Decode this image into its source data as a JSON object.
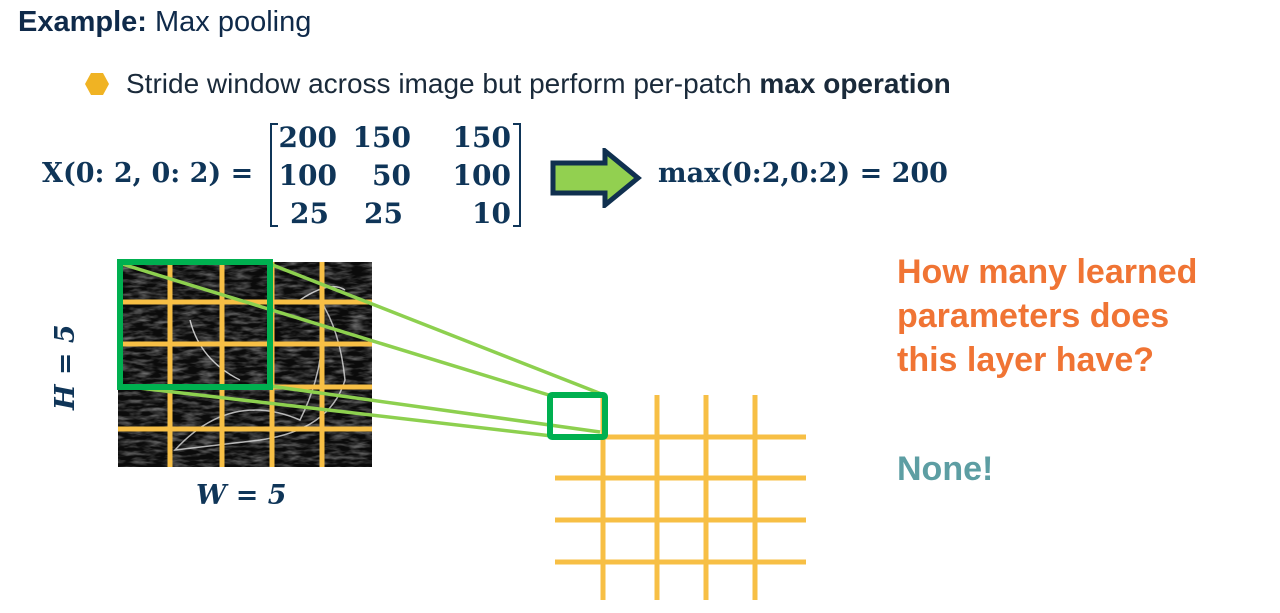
{
  "title": {
    "bold": "Example:",
    "rest": " Max pooling"
  },
  "bullet": {
    "icon": "hexagon-bullet-icon",
    "text": "Stride window across image but perform per-patch ",
    "bold": "max operation"
  },
  "equation": {
    "lhs": "X(0: 2, 0: 2)  =",
    "matrix": [
      [
        "200",
        "150",
        "150"
      ],
      [
        "100",
        "50",
        "100"
      ],
      [
        "25",
        "25",
        "10"
      ]
    ],
    "rhs": "max(0:2,0:2)  = 200"
  },
  "labels": {
    "height": "H = 5",
    "width": "W = 5"
  },
  "question": [
    "How many learned",
    "parameters does",
    "this layer have?"
  ],
  "answer": "None!",
  "colors": {
    "navy": "#0f2a4a",
    "grid": "#f7bf45",
    "window": "#00b050",
    "connector": "#8dd04f",
    "question": "#f07434",
    "answer": "#5d9ea3",
    "bullet": "#f0b323"
  }
}
